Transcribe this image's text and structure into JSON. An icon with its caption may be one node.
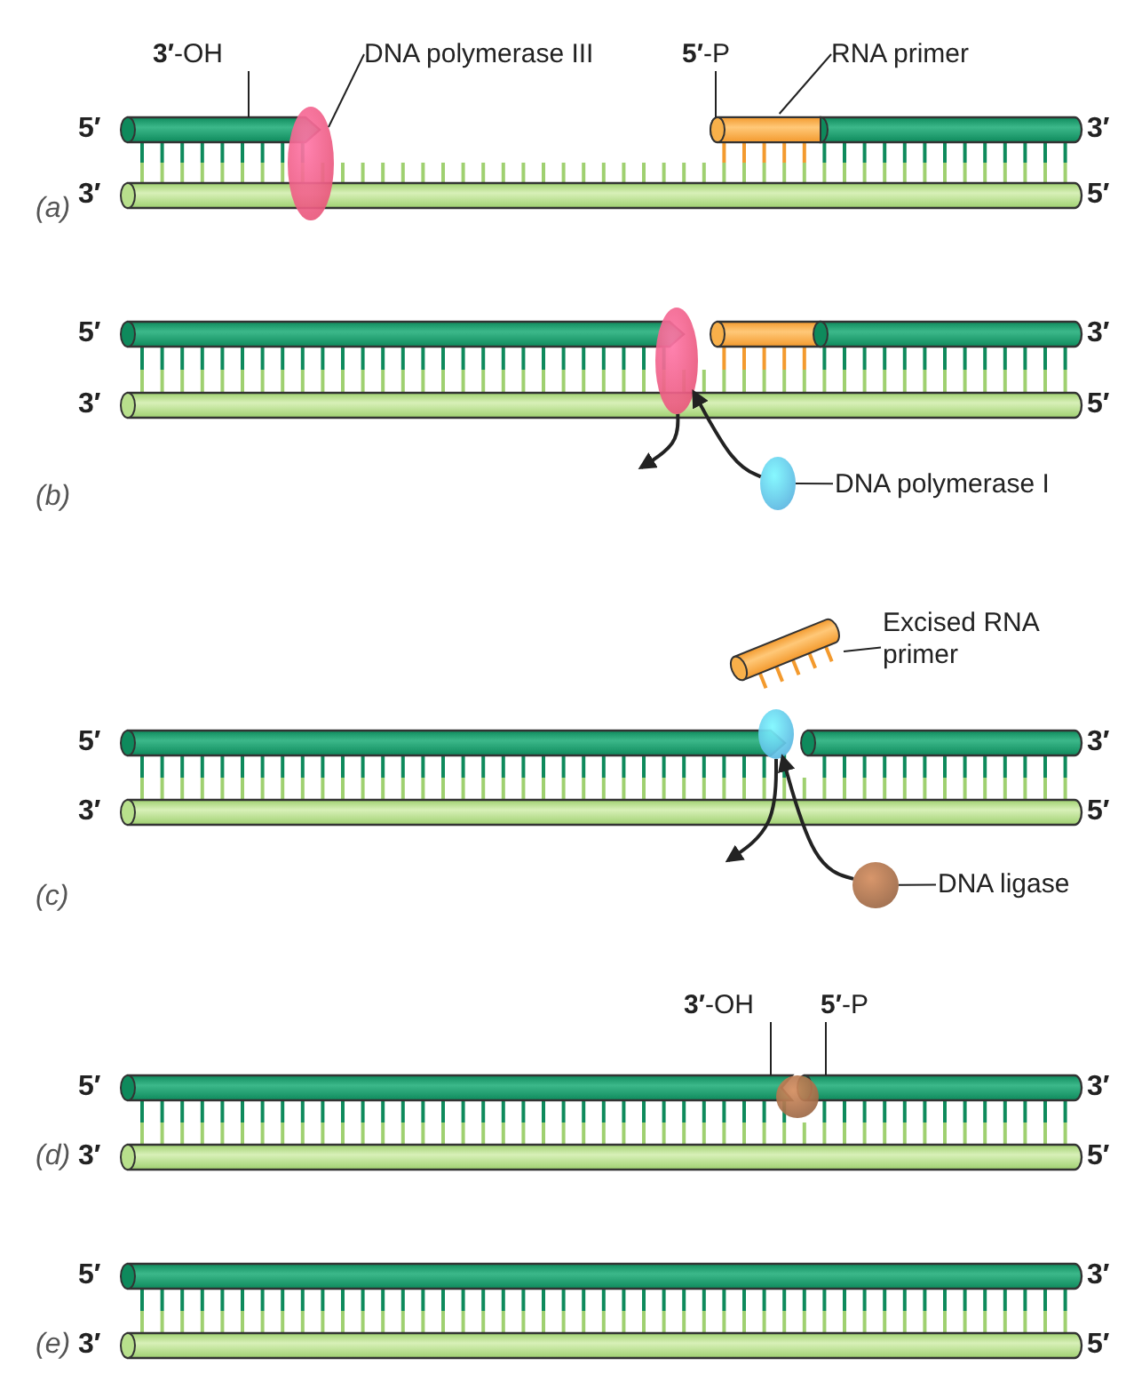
{
  "diagram": {
    "nodes": [
      {
        "text": [
          "**3′**-OH"
        ]
      },
      {
        "text": [
          "DNA polymerase III"
        ]
      },
      {
        "text": [],
        "shape": "circle"
      },
      {
        "text": [
          "**5′**-P"
        ]
      },
      {
        "text": [
          "RNA primer"
        ]
      },
      {
        "text": [],
        "shape": "cylinder"
      },
      {
        "text": [],
        "shape": "circle"
      },
      {
        "text": [],
        "shape": "circle"
      },
      {
        "text": [
          "DNA polymerase I"
        ]
      },
      {
        "text": [],
        "shape": "cylinder"
      },
      {
        "text": [
          "Excised RNA primer"
        ]
      },
      {
        "text": [],
        "shape": "circle"
      },
      {
        "text": [],
        "shape": "circle"
      },
      {
        "text": [
          "DNA ligase"
        ]
      },
      {
        "text": [
          "**3′**-OH"
        ]
      },
      {
        "text": [],
        "shape": "circle"
      },
      {
        "text": [
          "**5′**-P"
        ]
      },
      {
        "text": [],
        "shape": "bar"
      },
      {
        "text": [],
        "shape": "bar"
      },
      {
        "text": [],
        "shape": "bar"
      }
    ],
    "edges": [
      {
        "from": 0,
        "to": 17,
        "arrow": "none"
      },
      {
        "from": 1,
        "to": 2,
        "arrow": "none"
      },
      {
        "from": 3,
        "to": 5,
        "arrow": "none"
      },
      {
        "from": 4,
        "to": 5,
        "arrow": "none"
      },
      {
        "from": 6,
        "to": null,
        "arrow": "to"
      },
      {
        "from": 7,
        "to": 6,
        "arrow": "to"
      },
      {
        "from": 8,
        "to": 7,
        "arrow": "none"
      },
      {
        "from": 10,
        "to": 9,
        "arrow": "none"
      },
      {
        "from": 11,
        "to": null,
        "arrow": "to"
      },
      {
        "from": 12,
        "to": 11,
        "arrow": "to"
      },
      {
        "from": 13,
        "to": 12,
        "arrow": "none"
      },
      {
        "from": 14,
        "to": 18,
        "arrow": "none"
      },
      {
        "from": 16,
        "to": 19,
        "arrow": "none"
      }
    ],
    "labels": [
      "5′",
      "3′",
      "(a)",
      "3′",
      "5′",
      "5′",
      "3′",
      "3′",
      "5′",
      "(b)",
      "5′",
      "3′",
      "3′",
      "5′",
      "(c)",
      "5′",
      "3′",
      "(d)",
      "3′",
      "5′",
      "5′",
      "3′",
      "(e)",
      "3′",
      "5′"
    ]
  }
}
